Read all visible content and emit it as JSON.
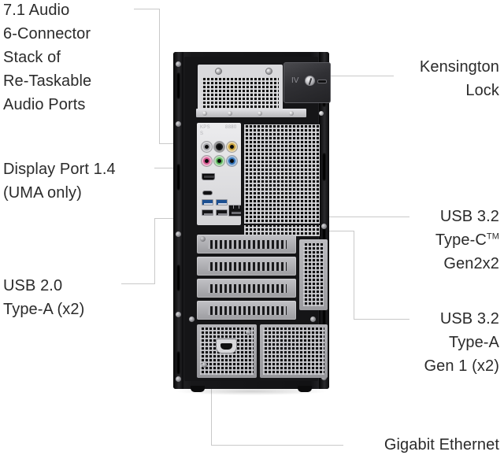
{
  "diagram": {
    "title": "Desktop tower rear port callout diagram",
    "background_color": "#ffffff",
    "leader_line_color": "#c9c9c9",
    "text_color": "#2b2b2b"
  },
  "callouts": {
    "audio": {
      "label": "7.1 Audio\n6-Connector\nStack of\nRe-Taskable\nAudio Ports",
      "side": "left"
    },
    "display_port": {
      "label": "Display Port 1.4\n(UMA only)",
      "side": "left"
    },
    "usb20": {
      "label": "USB 2.0\nType-A (x2)",
      "side": "left"
    },
    "kensington": {
      "label": "Kensington\nLock",
      "side": "right"
    },
    "usbc": {
      "line1": "USB 3.2",
      "line2_prefix": "Type-C",
      "line2_tm": "TM",
      "line3": "Gen2x2",
      "side": "right"
    },
    "usb32a": {
      "label": "USB 3.2\nType-A\nGen 1 (x2)",
      "side": "right"
    },
    "ethernet": {
      "label": "Gigabit Ethernet",
      "side": "bottom-right"
    }
  },
  "chassis": {
    "io_shield_marks": {
      "top_left": "KPS",
      "top_left_2": "S",
      "top_right": "8880"
    },
    "kensington_mark": "IV",
    "audio_jacks": [
      {
        "name": "line-in-jack",
        "color": "#a6a6ab",
        "icon": "↷"
      },
      {
        "name": "center-sub-jack",
        "color": "#1a1a1c",
        "icon": "•"
      },
      {
        "name": "side-surround-jack",
        "color": "#c8a13a",
        "icon": "•"
      },
      {
        "name": "microphone-jack",
        "color": "#d4558f",
        "icon": "•"
      },
      {
        "name": "line-out-jack",
        "color": "#5bb45b",
        "icon": "•"
      },
      {
        "name": "rear-surround-jack",
        "color": "#2f6fb5",
        "icon": "•"
      }
    ],
    "expansion_slot_count": 4
  }
}
